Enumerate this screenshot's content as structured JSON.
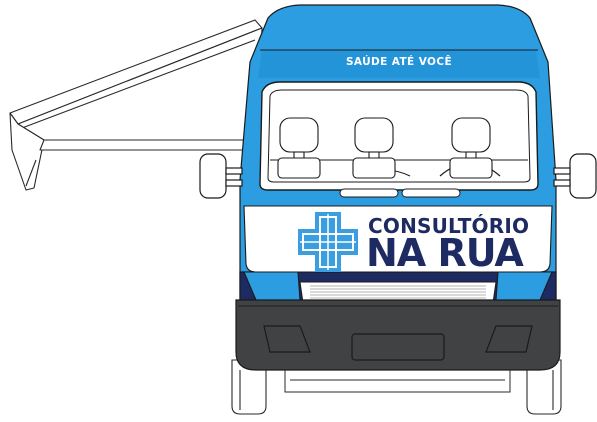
{
  "van": {
    "roof_banner": "SAÚDE ATÉ VOCÊ",
    "logo": {
      "line1": "CONSULTÓRIO",
      "line2": "NA RUA",
      "icon": "medical-cross-icon"
    }
  },
  "colors": {
    "body_blue": "#2b9de0",
    "body_blue_dark": "#1f86c8",
    "navy": "#1e2b63",
    "bumper": "#414244",
    "panel_white": "#ffffff",
    "cross_blue": "#3a9fe0"
  }
}
